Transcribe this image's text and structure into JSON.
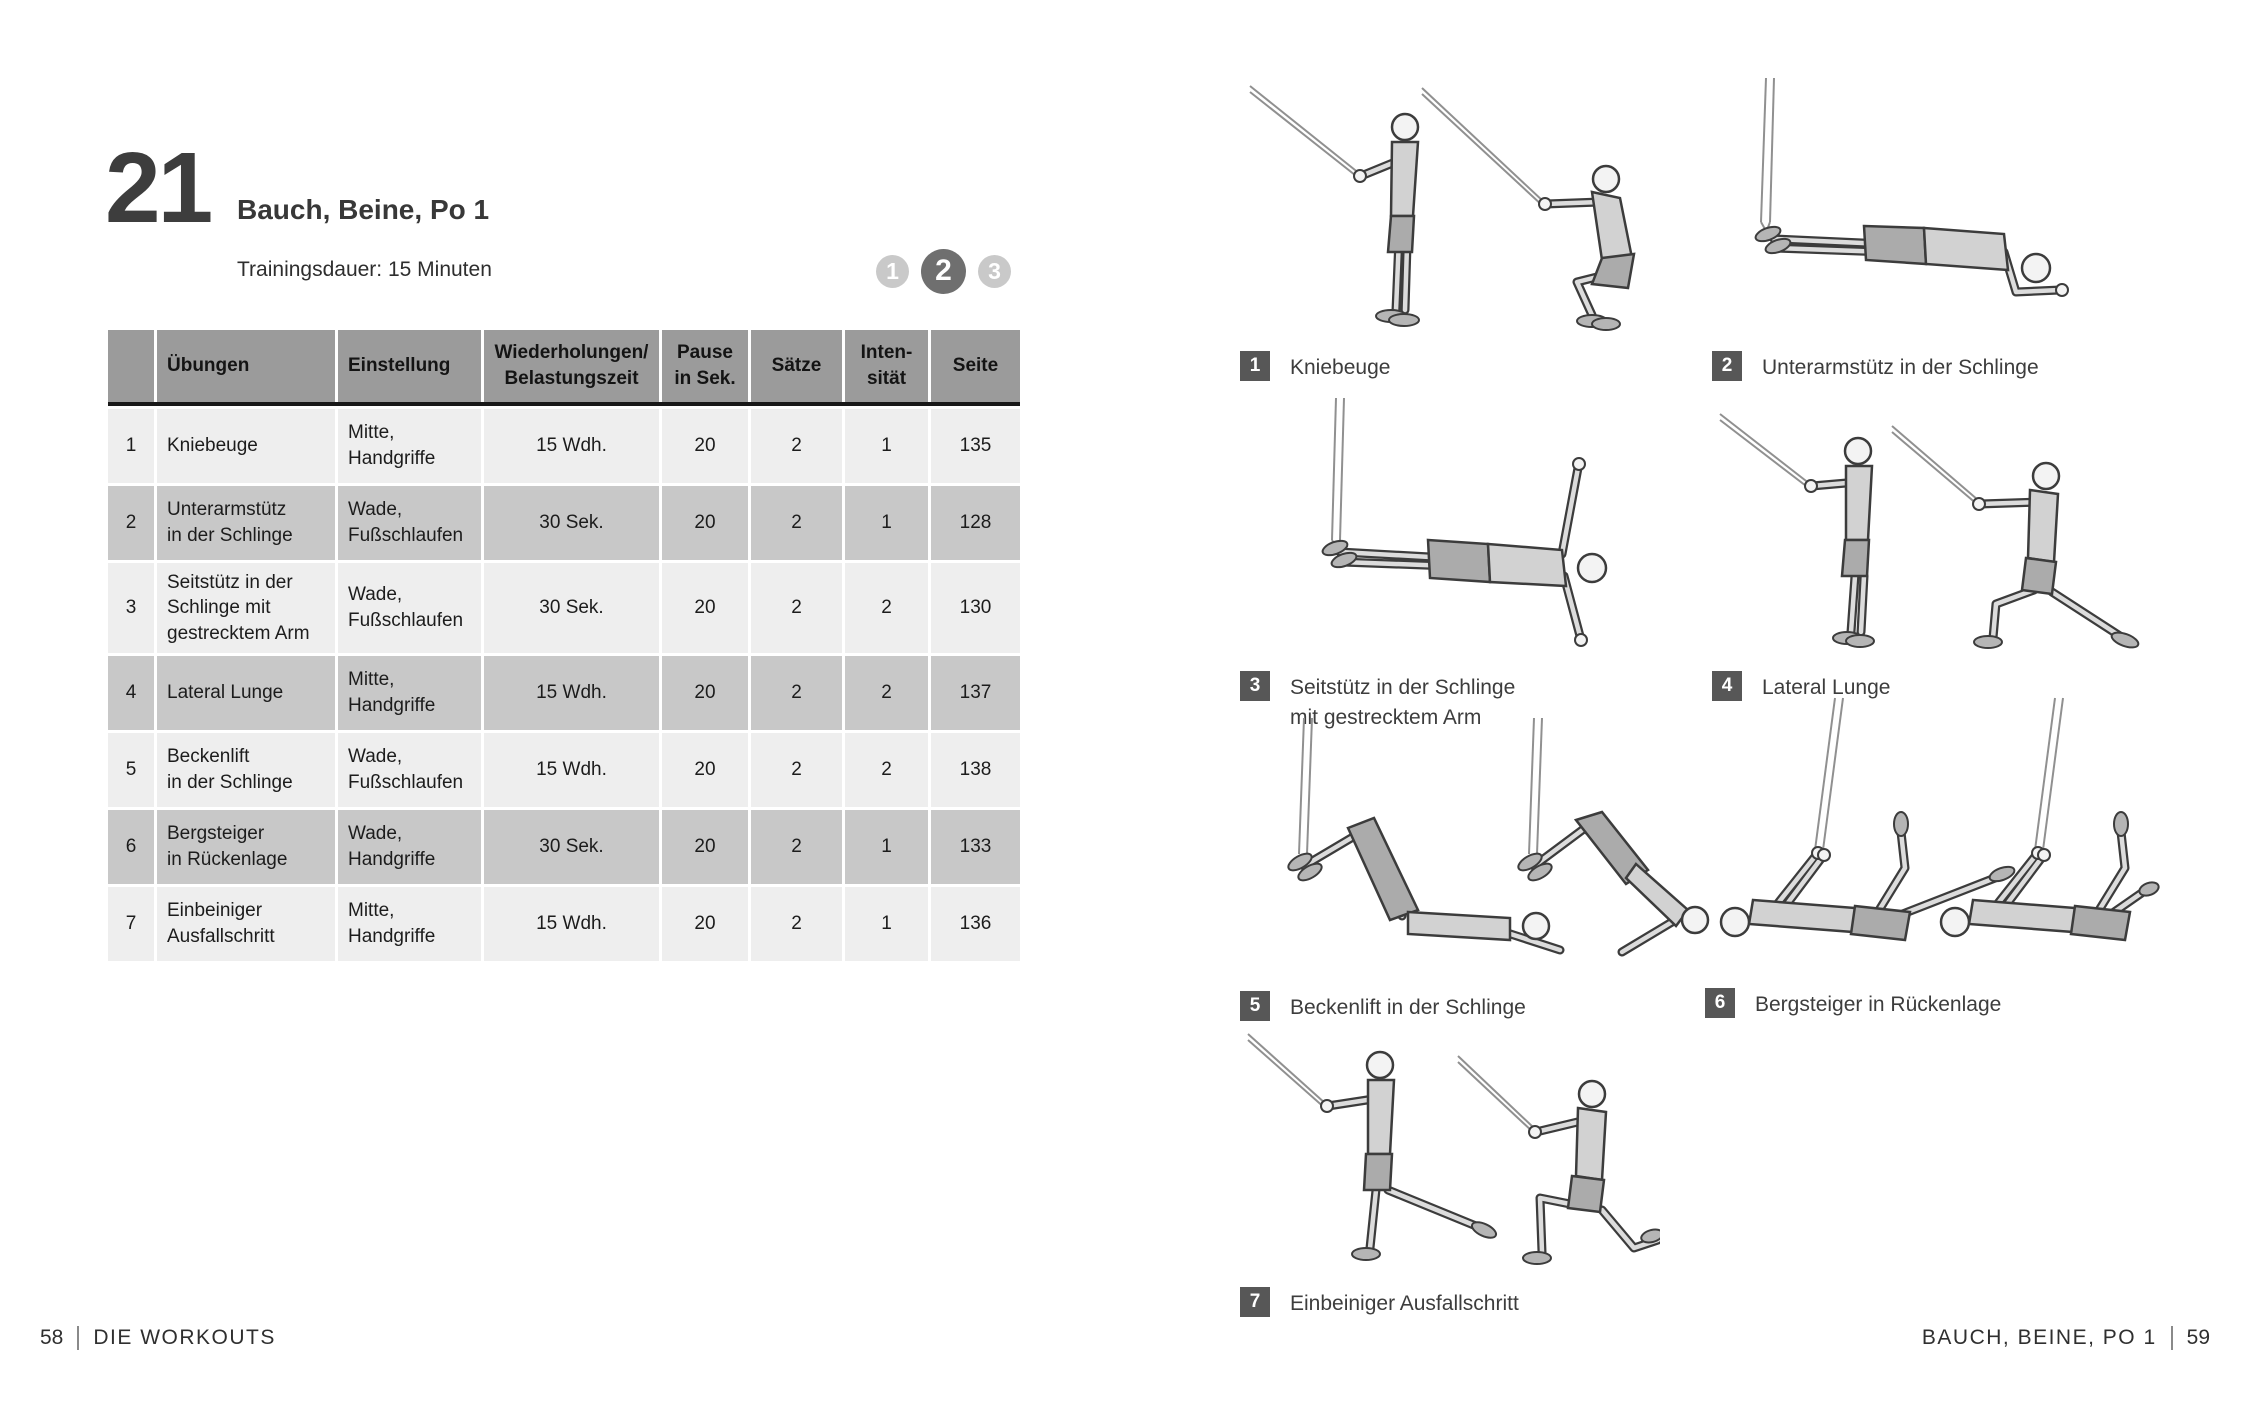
{
  "page_left": {
    "workout_number": "21",
    "title": "Bauch, Beine, Po 1",
    "duration": "Trainingsdauer: 15 Minuten",
    "level_indicator": {
      "dots": [
        "1",
        "2",
        "3"
      ],
      "active_level": "2"
    },
    "table": {
      "headers": [
        "",
        "Übungen",
        "Einstellung",
        "Wiederholungen/\nBelastungszeit",
        "Pause\nin Sek.",
        "Sätze",
        "Inten-\nsität",
        "Seite"
      ],
      "rows": [
        {
          "nr": "1",
          "uebung": "Kniebeuge",
          "einstellung": "Mitte,\nHandgriffe",
          "wdh": "15 Wdh.",
          "pause": "20",
          "saetze": "2",
          "intensitaet": "1",
          "seite": "135"
        },
        {
          "nr": "2",
          "uebung": "Unterarmstütz\nin der Schlinge",
          "einstellung": "Wade,\nFußschlaufen",
          "wdh": "30 Sek.",
          "pause": "20",
          "saetze": "2",
          "intensitaet": "1",
          "seite": "128"
        },
        {
          "nr": "3",
          "uebung": "Seitstütz in der\nSchlinge mit\ngestrecktem Arm",
          "einstellung": "Wade,\nFußschlaufen",
          "wdh": "30 Sek.",
          "pause": "20",
          "saetze": "2",
          "intensitaet": "2",
          "seite": "130"
        },
        {
          "nr": "4",
          "uebung": "Lateral Lunge",
          "einstellung": "Mitte,\nHandgriffe",
          "wdh": "15 Wdh.",
          "pause": "20",
          "saetze": "2",
          "intensitaet": "2",
          "seite": "137"
        },
        {
          "nr": "5",
          "uebung": "Beckenlift\nin der Schlinge",
          "einstellung": "Wade,\nFußschlaufen",
          "wdh": "15 Wdh.",
          "pause": "20",
          "saetze": "2",
          "intensitaet": "2",
          "seite": "138"
        },
        {
          "nr": "6",
          "uebung": "Bergsteiger\nin Rückenlage",
          "einstellung": "Wade,\nHandgriffe",
          "wdh": "30 Sek.",
          "pause": "20",
          "saetze": "2",
          "intensitaet": "1",
          "seite": "133"
        },
        {
          "nr": "7",
          "uebung": "Einbeiniger\nAusfallschritt",
          "einstellung": "Mitte,\nHandgriffe",
          "wdh": "15 Wdh.",
          "pause": "20",
          "saetze": "2",
          "intensitaet": "1",
          "seite": "136"
        }
      ]
    },
    "footer": {
      "page_number": "58",
      "label": "DIE WORKOUTS"
    }
  },
  "page_right": {
    "exercises": [
      {
        "nr": "1",
        "label": "Kniebeuge"
      },
      {
        "nr": "2",
        "label": "Unterarmstütz in der Schlinge"
      },
      {
        "nr": "3",
        "label": "Seitstütz in der Schlinge\nmit gestrecktem Arm"
      },
      {
        "nr": "4",
        "label": "Lateral Lunge"
      },
      {
        "nr": "5",
        "label": "Beckenlift in der Schlinge"
      },
      {
        "nr": "6",
        "label": "Bergsteiger in Rückenlage"
      },
      {
        "nr": "7",
        "label": "Einbeiniger Ausfallschritt"
      }
    ],
    "footer": {
      "label": "BAUCH, BEINE, PO 1",
      "page_number": "59"
    }
  },
  "colors": {
    "table_header": "#9b9b9b",
    "row_light": "#eeeeee",
    "row_dark": "#c8c8c8",
    "header_rule": "#191919",
    "number_badge": "#575757",
    "level_active": "#6f6f6f",
    "level_inactive": "#c9c9c9"
  }
}
